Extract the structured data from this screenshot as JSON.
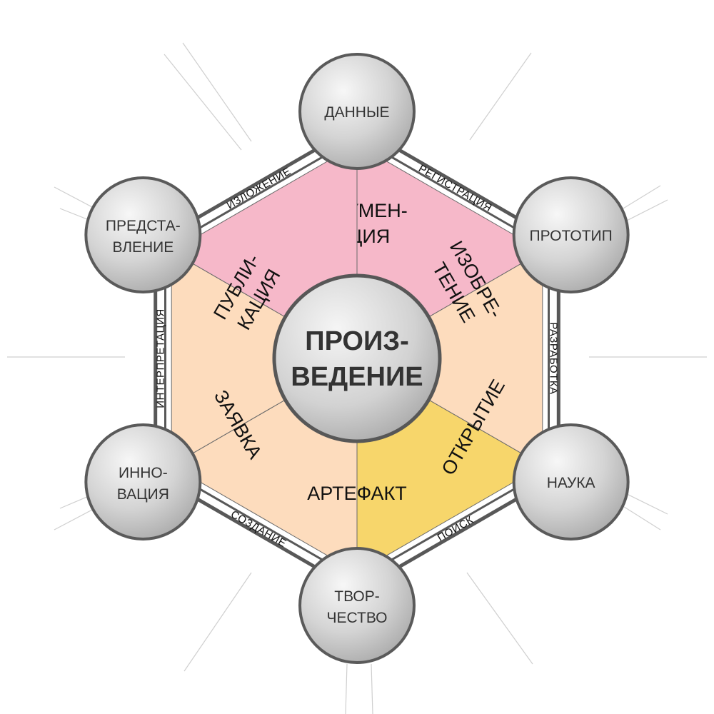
{
  "center": {
    "line1": "ПРОИЗ-",
    "line2": "ВЕДЕНИЕ"
  },
  "segments": [
    {
      "id": "documentation",
      "line1": "ДОКУМЕН-",
      "line2": "ТАЦИЯ",
      "color": "#f6b8c9"
    },
    {
      "id": "invention",
      "line1": "ИЗОБРЕ-",
      "line2": "ТЕНИЕ",
      "color": "#fddcbd"
    },
    {
      "id": "discovery",
      "line1": "ОТКРЫТИЕ",
      "line2": "",
      "color": "#f7d66b"
    },
    {
      "id": "artifact",
      "line1": "АРТЕФАКТ",
      "line2": "",
      "color": "#fddcbd"
    },
    {
      "id": "application",
      "line1": "ЗАЯВКА",
      "line2": "",
      "color": "#fddcbd"
    },
    {
      "id": "publication",
      "line1": "ПУБЛИ-",
      "line2": "КАЦИЯ",
      "color": "#f6b8c9"
    }
  ],
  "nodes": [
    {
      "id": "data",
      "line1": "ДАННЫЕ",
      "line2": ""
    },
    {
      "id": "prototype",
      "line1": "ПРОТОТИП",
      "line2": ""
    },
    {
      "id": "science",
      "line1": "НАУКА",
      "line2": ""
    },
    {
      "id": "creativity",
      "line1": "ТВОР-",
      "line2": "ЧЕСТВО"
    },
    {
      "id": "innovation",
      "line1": "ИННО-",
      "line2": "ВАЦИЯ"
    },
    {
      "id": "representation",
      "line1": "ПРЕДСТА-",
      "line2": "ВЛЕНИЕ"
    }
  ],
  "edges": [
    {
      "id": "registration",
      "label": "РЕГИСТРАЦИЯ"
    },
    {
      "id": "development",
      "label": "РАЗРАБОТКА"
    },
    {
      "id": "search",
      "label": "ПОИСК"
    },
    {
      "id": "creation",
      "label": "СОЗДАНИЕ"
    },
    {
      "id": "interpretation",
      "label": "ИНТЕРПРЕТАЦИЯ"
    },
    {
      "id": "exposition",
      "label": "ИЗЛОЖЕНИЕ"
    }
  ]
}
